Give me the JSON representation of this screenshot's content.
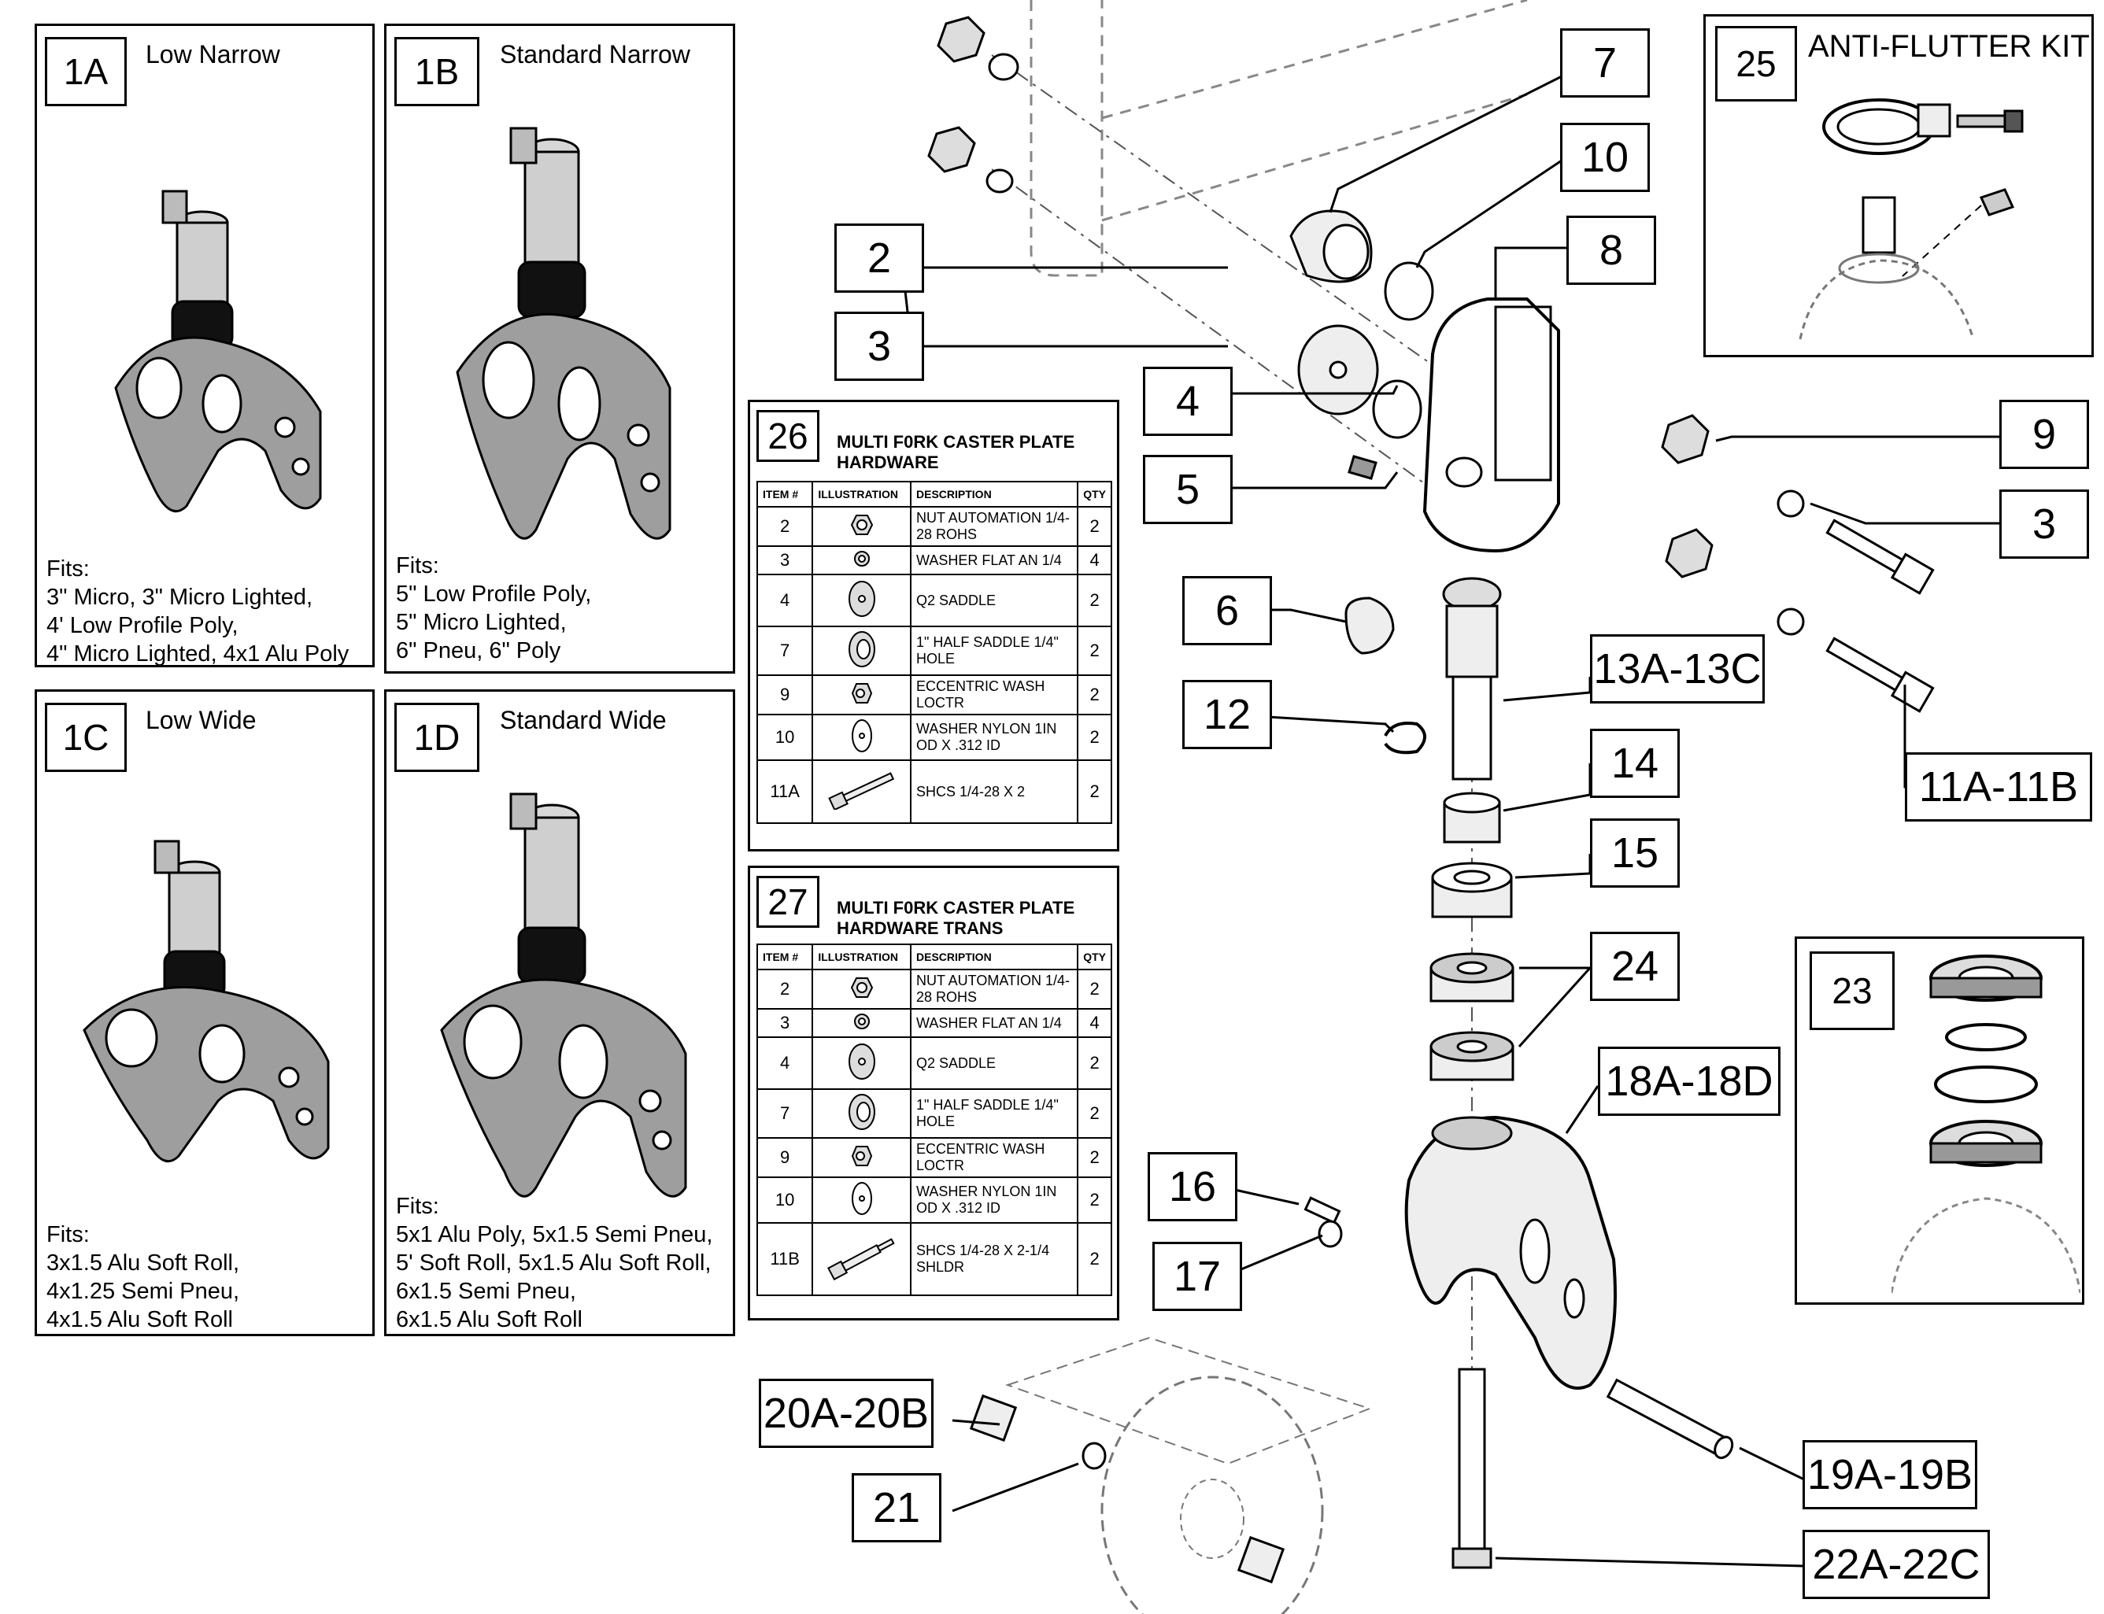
{
  "variants": [
    {
      "id": "1A",
      "title": "Low Narrow",
      "fits_label": "Fits:",
      "fits": [
        "3\" Micro, 3\" Micro Lighted,",
        "4' Low Profile Poly,",
        "4\" Micro Lighted, 4x1 Alu Poly"
      ]
    },
    {
      "id": "1B",
      "title": "Standard Narrow",
      "fits_label": "Fits:",
      "fits": [
        "5\" Low Profile Poly,",
        "5\" Micro Lighted,",
        "6\" Pneu, 6\" Poly"
      ]
    },
    {
      "id": "1C",
      "title": "Low Wide",
      "fits_label": "Fits:",
      "fits": [
        "3x1.5 Alu Soft Roll,",
        "4x1.25 Semi Pneu,",
        "4x1.5 Alu Soft Roll"
      ]
    },
    {
      "id": "1D",
      "title": "Standard Wide",
      "fits_label": "Fits:",
      "fits": [
        "5x1 Alu Poly, 5x1.5 Semi Pneu,",
        "5' Soft Roll, 5x1.5 Alu Soft Roll,",
        "6x1.5 Semi Pneu,",
        "6x1.5 Alu Soft Roll"
      ]
    }
  ],
  "kits": [
    {
      "id": "25",
      "title": "ANTI-FLUTTER KIT"
    },
    {
      "id": "23",
      "title": ""
    }
  ],
  "tables": [
    {
      "id": "26",
      "title": "MULTI F0RK CASTER PLATE HARDWARE",
      "headers": {
        "item": "ITEM #",
        "illustration": "ILLUSTRATION",
        "description": "DESCRIPTION",
        "qty": "QTY"
      },
      "rows": [
        {
          "item": "2",
          "icon": "nut-icon",
          "description": "NUT AUTOMATION 1/4-28 ROHS",
          "qty": "2"
        },
        {
          "item": "3",
          "icon": "washer-icon",
          "description": "WASHER FLAT AN 1/4",
          "qty": "4"
        },
        {
          "item": "4",
          "icon": "saddle-icon",
          "description": "Q2 SADDLE",
          "qty": "2"
        },
        {
          "item": "7",
          "icon": "half-saddle-icon",
          "description": "1\" HALF SADDLE 1/4\" HOLE",
          "qty": "2"
        },
        {
          "item": "9",
          "icon": "eccentric-washer-icon",
          "description": "ECCENTRIC WASH LOCTR",
          "qty": "2"
        },
        {
          "item": "10",
          "icon": "nylon-washer-icon",
          "description": "WASHER NYLON 1IN OD X .312 ID",
          "qty": "2"
        },
        {
          "item": "11A",
          "icon": "bolt-icon",
          "description": "SHCS 1/4-28 X 2",
          "qty": "2"
        }
      ]
    },
    {
      "id": "27",
      "title": "MULTI F0RK CASTER PLATE HARDWARE TRANS",
      "headers": {
        "item": "ITEM #",
        "illustration": "ILLUSTRATION",
        "description": "DESCRIPTION",
        "qty": "QTY"
      },
      "rows": [
        {
          "item": "2",
          "icon": "nut-icon",
          "description": "NUT AUTOMATION 1/4-28 ROHS",
          "qty": "2"
        },
        {
          "item": "3",
          "icon": "washer-icon",
          "description": "WASHER FLAT AN 1/4",
          "qty": "4"
        },
        {
          "item": "4",
          "icon": "saddle-icon",
          "description": "Q2 SADDLE",
          "qty": "2"
        },
        {
          "item": "7",
          "icon": "half-saddle-icon",
          "description": "1\" HALF SADDLE 1/4\" HOLE",
          "qty": "2"
        },
        {
          "item": "9",
          "icon": "eccentric-washer-icon",
          "description": "ECCENTRIC WASH LOCTR",
          "qty": "2"
        },
        {
          "item": "10",
          "icon": "nylon-washer-icon",
          "description": "WASHER NYLON 1IN OD X .312 ID",
          "qty": "2"
        },
        {
          "item": "11B",
          "icon": "shoulder-bolt-icon",
          "description": "SHCS 1/4-28 X 2-1/4 SHLDR",
          "qty": "2"
        }
      ]
    }
  ],
  "callouts": {
    "c2": "2",
    "c3a": "3",
    "c3b": "3",
    "c4": "4",
    "c5": "5",
    "c6": "6",
    "c7": "7",
    "c8": "8",
    "c9": "9",
    "c10": "10",
    "c11": "11A-11B",
    "c12": "12",
    "c13": "13A-13C",
    "c14": "14",
    "c15": "15",
    "c16": "16",
    "c17": "17",
    "c18": "18A-18D",
    "c19": "19A-19B",
    "c20": "20A-20B",
    "c21": "21",
    "c22": "22A-22C",
    "c24": "24"
  }
}
